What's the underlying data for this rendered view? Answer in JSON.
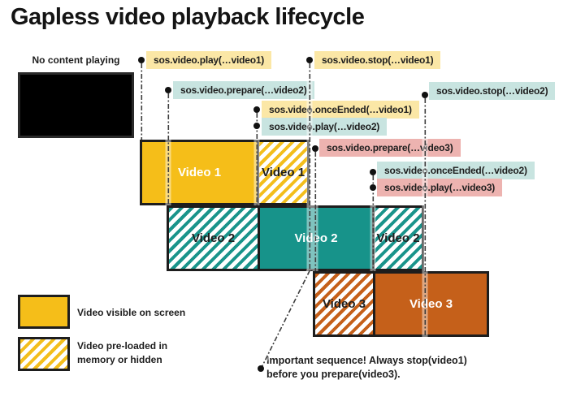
{
  "title": "Gapless video playback lifecycle",
  "screen": {
    "label": "No content playing"
  },
  "events": {
    "play_video1": "sos.video.play(…video1)",
    "prepare_video2": "sos.video.prepare(…video2)",
    "stop_video1": "sos.video.stop(…video1)",
    "stop_video2": "sos.video.stop(…video2)",
    "once_ended_video1": "sos.video.onceEnded(…video1)",
    "play_video2": "sos.video.play(…video2)",
    "prepare_video3": "sos.video.prepare(…video3)",
    "once_ended_video2": "sos.video.onceEnded(…video2)",
    "play_video3": "sos.video.play(…video3)"
  },
  "bars": {
    "video1": {
      "visible": "Video 1",
      "preloaded": "Video 1"
    },
    "video2": {
      "preloaded_in": "Video 2",
      "visible": "Video 2",
      "preloaded_out": "Video 2"
    },
    "video3": {
      "preloaded": "Video 3",
      "visible": "Video 3"
    }
  },
  "legend": {
    "visible": "Video visible on screen",
    "preloaded_line1": "Video pre-loaded in",
    "preloaded_line2": "memory or hidden"
  },
  "note": {
    "line1": "Important sequence! Always stop(video1)",
    "line2": "before you prepare(video3)."
  },
  "colors": {
    "visible_yellow": "#F5BE19",
    "visible_teal": "#17938A",
    "visible_orange": "#C5601A",
    "label_yellow": "#FBE7A6",
    "label_teal": "#C8E4E0",
    "label_pink": "#EDB3B0"
  }
}
